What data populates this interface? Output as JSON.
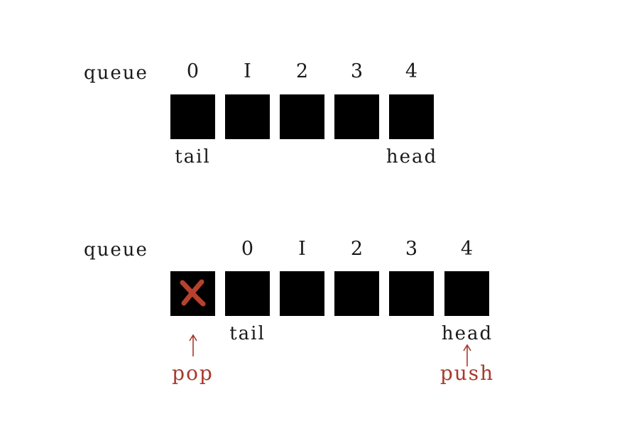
{
  "colors": {
    "cell": "#000000",
    "text": "#1a1a1a",
    "accent": "#a8392b"
  },
  "top_queue": {
    "label": "queue",
    "indices": [
      "0",
      "I",
      "2",
      "3",
      "4"
    ],
    "tail_label": "tail",
    "head_label": "head"
  },
  "bottom_queue": {
    "label": "queue",
    "indices": [
      "0",
      "I",
      "2",
      "3",
      "4"
    ],
    "tail_label": "tail",
    "head_label": "head",
    "pop_label": "pop",
    "push_label": "push",
    "removed_icon": "x-mark-icon"
  }
}
